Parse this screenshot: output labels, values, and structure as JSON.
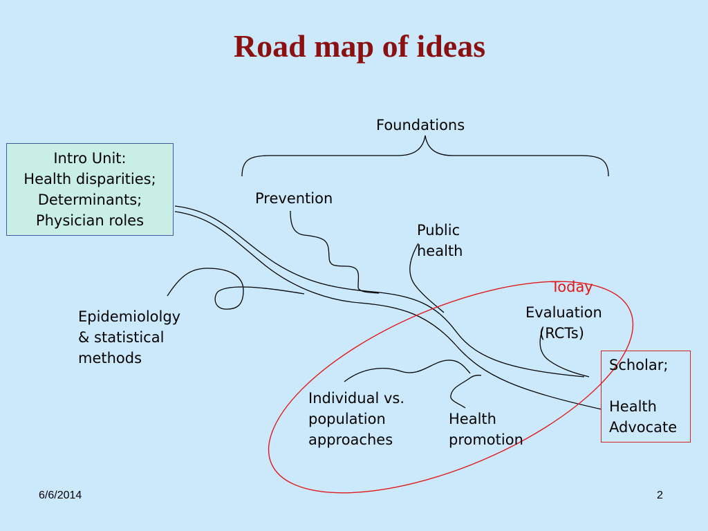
{
  "slide": {
    "title": "Road map of ideas",
    "date": "6/6/2014",
    "page_number": "2"
  },
  "diagram": {
    "foundations": "Foundations",
    "intro_unit": "Intro Unit:\nHealth disparities;\nDeterminants;\nPhysician roles",
    "prevention": "Prevention",
    "public_health": "Public\nhealth",
    "today": "Today",
    "evaluation": "Evaluation\n   (RCTs)",
    "epidemiology": "Epidemiololgy\n& statistical\nmethods",
    "individual_population": "Individual vs.\npopulation\napproaches",
    "health_promotion": "Health\npromotion",
    "scholar_advocate": "Scholar;\n\nHealth\nAdvocate"
  },
  "colors": {
    "background": "#cce9fb",
    "title": "#8b1010",
    "today": "#e01818",
    "ellipse": "#e01818",
    "intro_box_fill": "#c8eee6",
    "intro_box_border": "#3a5aa8"
  }
}
